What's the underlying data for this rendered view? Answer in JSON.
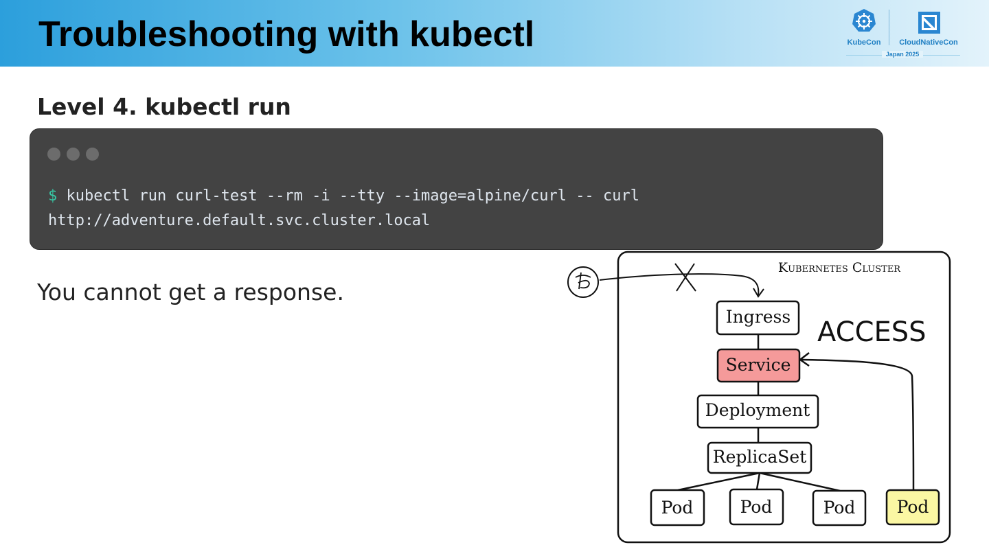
{
  "header": {
    "title": "Troubleshooting with kubectl",
    "logo": {
      "left_text": "KubeCon",
      "right_text": "CloudNativeCon",
      "event_text": "Japan 2025"
    }
  },
  "content": {
    "level_heading": "Level 4. kubectl run",
    "code": {
      "prompt": "$",
      "line1": " kubectl run curl-test --rm -i --tty --image=alpine/curl -- curl",
      "line2": "http://adventure.default.svc.cluster.local"
    },
    "response_text": "You cannot get a response."
  },
  "diagram": {
    "cluster_label": "Kubernetes Cluster",
    "access_label": "ACCESS",
    "nodes": {
      "ingress": "Ingress",
      "service": "Service",
      "deployment": "Deployment",
      "replicaset": "ReplicaSet",
      "pod1": "Pod",
      "pod2": "Pod",
      "pod3": "Pod",
      "pod4": "Pod"
    }
  },
  "colors": {
    "service_fill": "#f59a9a",
    "test_pod_fill": "#fbf7a3",
    "prompt": "#37c9a6",
    "terminal_bg": "#434343"
  },
  "icons": [
    "kubecon-logo-icon",
    "cloudnativecon-logo-icon",
    "user-icon",
    "blocked-x-icon",
    "terminal-dot-icon"
  ]
}
